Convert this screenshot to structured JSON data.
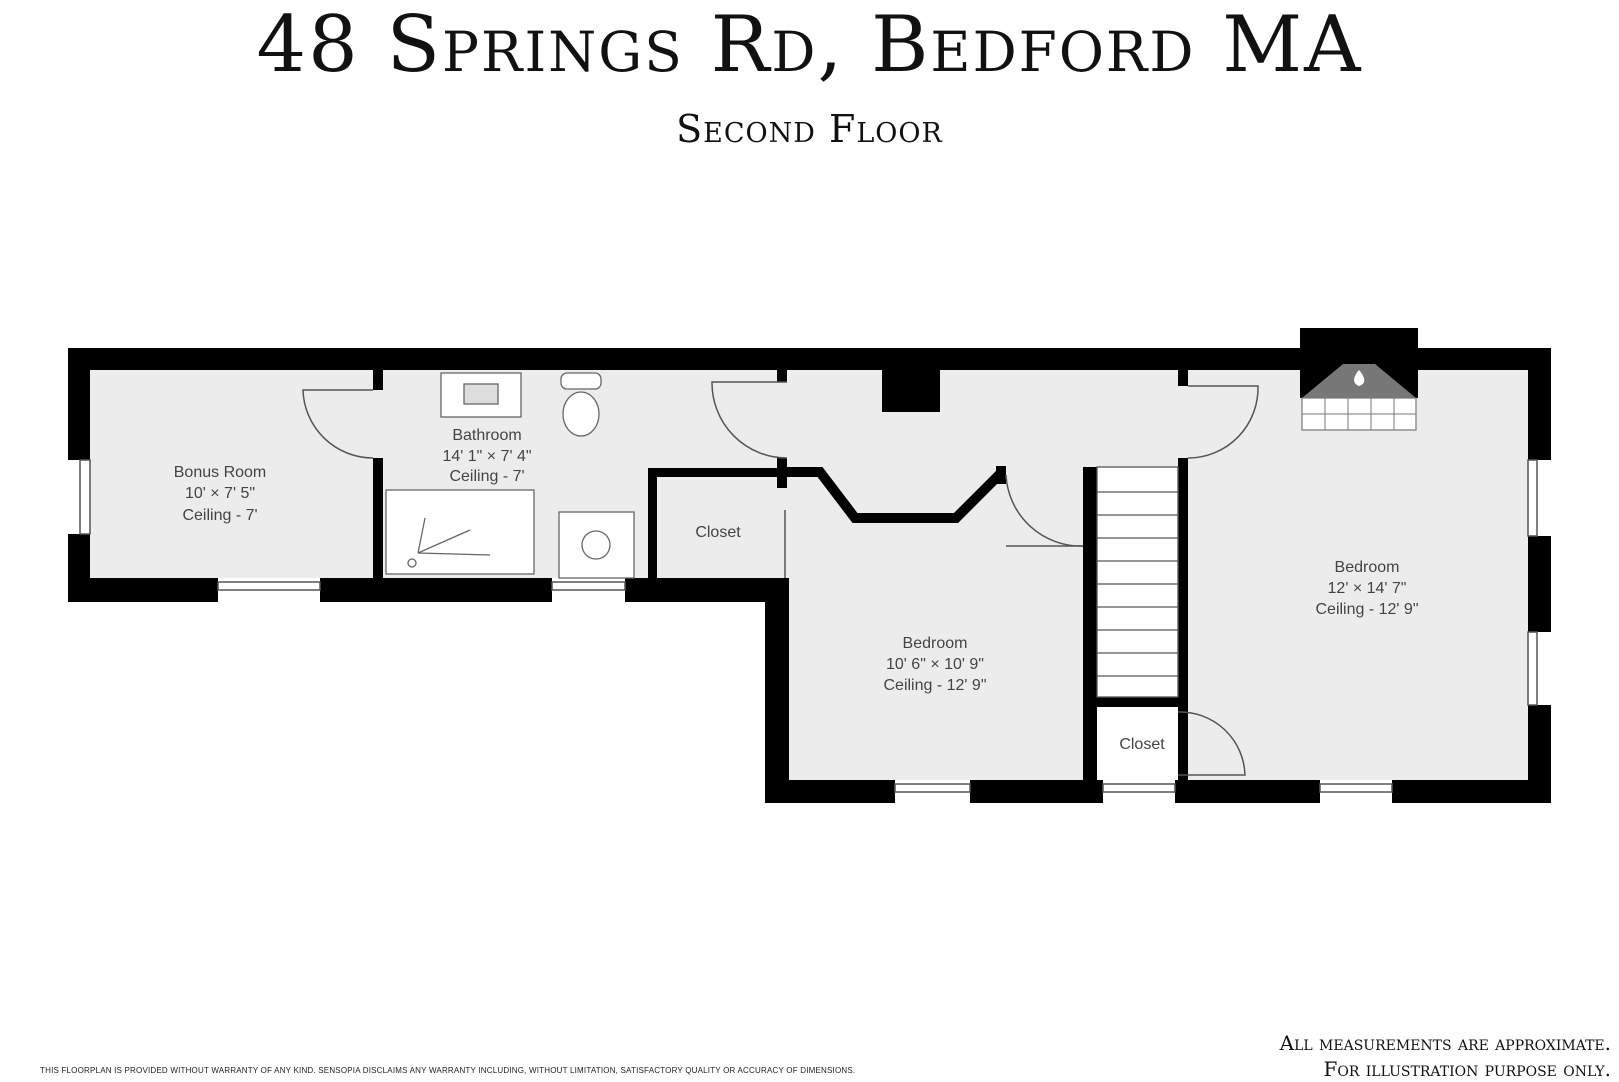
{
  "header": {
    "title": "48 Springs Rd, Bedford MA",
    "subtitle": "Second Floor"
  },
  "rooms": {
    "bonus": {
      "name": "Bonus Room",
      "dims": "10' × 7' 5\"",
      "ceiling": "Ceiling - 7'"
    },
    "bathroom": {
      "name": "Bathroom",
      "dims": "14' 1\" × 7' 4\"",
      "ceiling": "Ceiling - 7'"
    },
    "closet_left": {
      "name": "Closet"
    },
    "bedroom_middle": {
      "name": "Bedroom",
      "dims": "10' 6\" × 10' 9\"",
      "ceiling": "Ceiling - 12' 9\""
    },
    "bedroom_right": {
      "name": "Bedroom",
      "dims": "12' × 14' 7\"",
      "ceiling": "Ceiling - 12' 9\""
    },
    "closet_right": {
      "name": "Closet"
    }
  },
  "footer": {
    "disclaimer": "THIS FLOORPLAN IS PROVIDED WITHOUT WARRANTY OF ANY KIND. SENSOPIA DISCLAIMS ANY WARRANTY INCLUDING, WITHOUT LIMITATION, SATISFACTORY QUALITY OR ACCURACY OF DIMENSIONS.",
    "note_line1": "All measurements are approximate.",
    "note_line2": "For illustration purpose only."
  },
  "colors": {
    "wall": "#000000",
    "floor": "#ececec",
    "text": "#444444"
  }
}
